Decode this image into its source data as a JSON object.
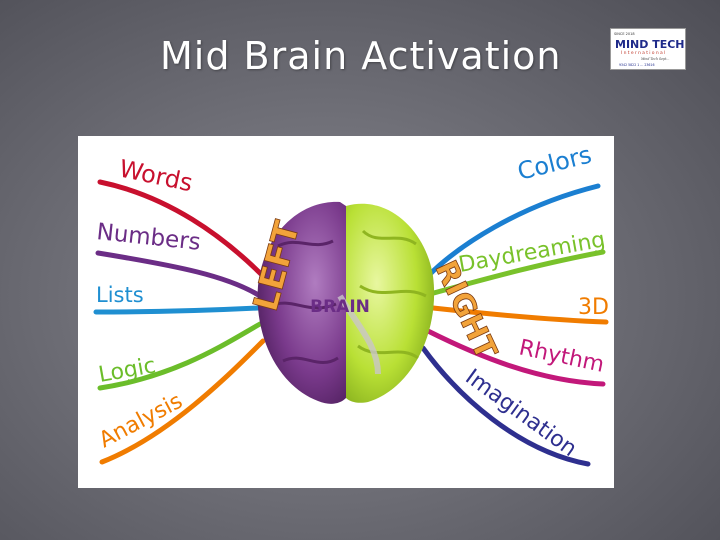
{
  "slide": {
    "title": "Mid Brain Activation"
  },
  "logo": {
    "top_line": "SINCE 2018",
    "name": "MIND TECH",
    "subtitle": "International",
    "tagline": "Mind Tech Sept...",
    "phone": "9342 5822 1 ... 23616"
  },
  "mindmap": {
    "center_label": "BRAIN",
    "left_hemisphere_label": "LEFT",
    "right_hemisphere_label": "RIGHT",
    "left_branches": [
      {
        "label": "Words",
        "color": "#c8102e"
      },
      {
        "label": "Numbers",
        "color": "#6b2d86"
      },
      {
        "label": "Lists",
        "color": "#1f8fd1"
      },
      {
        "label": "Logic",
        "color": "#6bbd2a"
      },
      {
        "label": "Analysis",
        "color": "#f07c00"
      }
    ],
    "right_branches": [
      {
        "label": "Colors",
        "color": "#1b7fd1"
      },
      {
        "label": "Daydreaming",
        "color": "#79c22b"
      },
      {
        "label": "3D",
        "color": "#f07c00"
      },
      {
        "label": "Rhythm",
        "color": "#c2187a"
      },
      {
        "label": "Imagination",
        "color": "#2e2f8f"
      }
    ],
    "colors": {
      "left_hemisphere": "#7a3a8c",
      "right_hemisphere": "#b9e035",
      "hemisphere_text": "#f2a33a"
    }
  }
}
